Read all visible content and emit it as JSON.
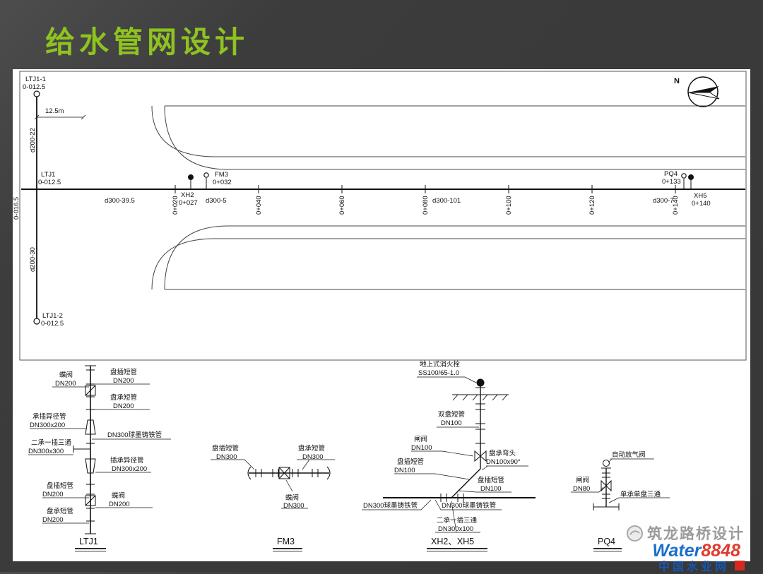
{
  "slide": {
    "title": "给水管网设计"
  },
  "colors": {
    "title_green": "#8fc31f",
    "background": "#3c3c3c",
    "water_blue": "#1b6fc9",
    "num_red": "#e23a2e",
    "site_blue": "#1558b0"
  },
  "plan": {
    "north": "N",
    "ltj1_1_name": "LTJ1-1",
    "ltj1_1_elev": "0-012.5",
    "dim": "12.5m",
    "pipe_up": "d200-22",
    "ltj1_name": "LTJ1",
    "ltj1_elev": "0-012.5",
    "left_elev": "0-016.5",
    "pipe_down": "d200-30",
    "ltj1_2_name": "LTJ1-2",
    "ltj1_2_elev": "0-012.5",
    "seg_a": "d300-39.5",
    "seg_b": "d300-5",
    "seg_c": "d300-101",
    "seg_d": "d300-7",
    "xh2_name": "XH2",
    "xh2_sta": "0+027",
    "fm3_name": "FM3",
    "fm3_sta": "0+032",
    "pq4_name": "PQ4",
    "pq4_sta": "0+133",
    "xh5_name": "XH5",
    "xh5_sta": "0+140",
    "stations": [
      "0+020",
      "0+040",
      "0+060",
      "0+080",
      "0+100",
      "0+120",
      "0+140"
    ]
  },
  "details": {
    "ltj1": {
      "title": "LTJ1",
      "labels": [
        {
          "t": "盘插短管",
          "d": "DN200"
        },
        {
          "t": "蝶阀",
          "d": "DN200"
        },
        {
          "t": "盘承短管",
          "d": "DN200"
        },
        {
          "t": "承插异径管",
          "d": "DN300x200"
        },
        {
          "t": "DN300球墨铸铁管"
        },
        {
          "t": "二承一插三通",
          "d": "DN300x300"
        },
        {
          "t": "插承异径管",
          "d": "DN300x200"
        },
        {
          "t": "盘插短管",
          "d": "DN200"
        },
        {
          "t": "蝶阀",
          "d": "DN200"
        },
        {
          "t": "盘承短管",
          "d": "DN200"
        }
      ]
    },
    "fm3": {
      "title": "FM3",
      "left_t": "盘插短管",
      "left_d": "DN300",
      "valve_t": "蝶阀",
      "valve_d": "DN300",
      "right_t": "盘承短管",
      "right_d": "DN300"
    },
    "xh": {
      "title": "XH2、XH5",
      "hydrant_t": "地上式消火栓",
      "hydrant_d": "SS100/65-1.0",
      "l1_t": "双盘短管",
      "l1_d": "DN100",
      "l2_t": "闸阀",
      "l2_d": "DN100",
      "l3_t": "盘承弯头",
      "l3_d": "DN100x90°",
      "l4_t": "盘插短管",
      "l4_d": "DN100",
      "l5_t": "盘插短管",
      "l5_d": "DN100",
      "pipe_left": "DN300球墨铸铁管",
      "pipe_right": "DN300球墨铸铁管",
      "tee_t": "二承一插三通",
      "tee_d": "DN300x100"
    },
    "pq4": {
      "title": "PQ4",
      "air_valve": "自动放气阀",
      "valve_t": "闸阀",
      "valve_d": "DN80",
      "tee": "单承单盘三通"
    }
  },
  "watermark": {
    "brand": "筑龙路桥设计",
    "water": "Water",
    "num": "8848",
    "site": "中国水业网"
  }
}
